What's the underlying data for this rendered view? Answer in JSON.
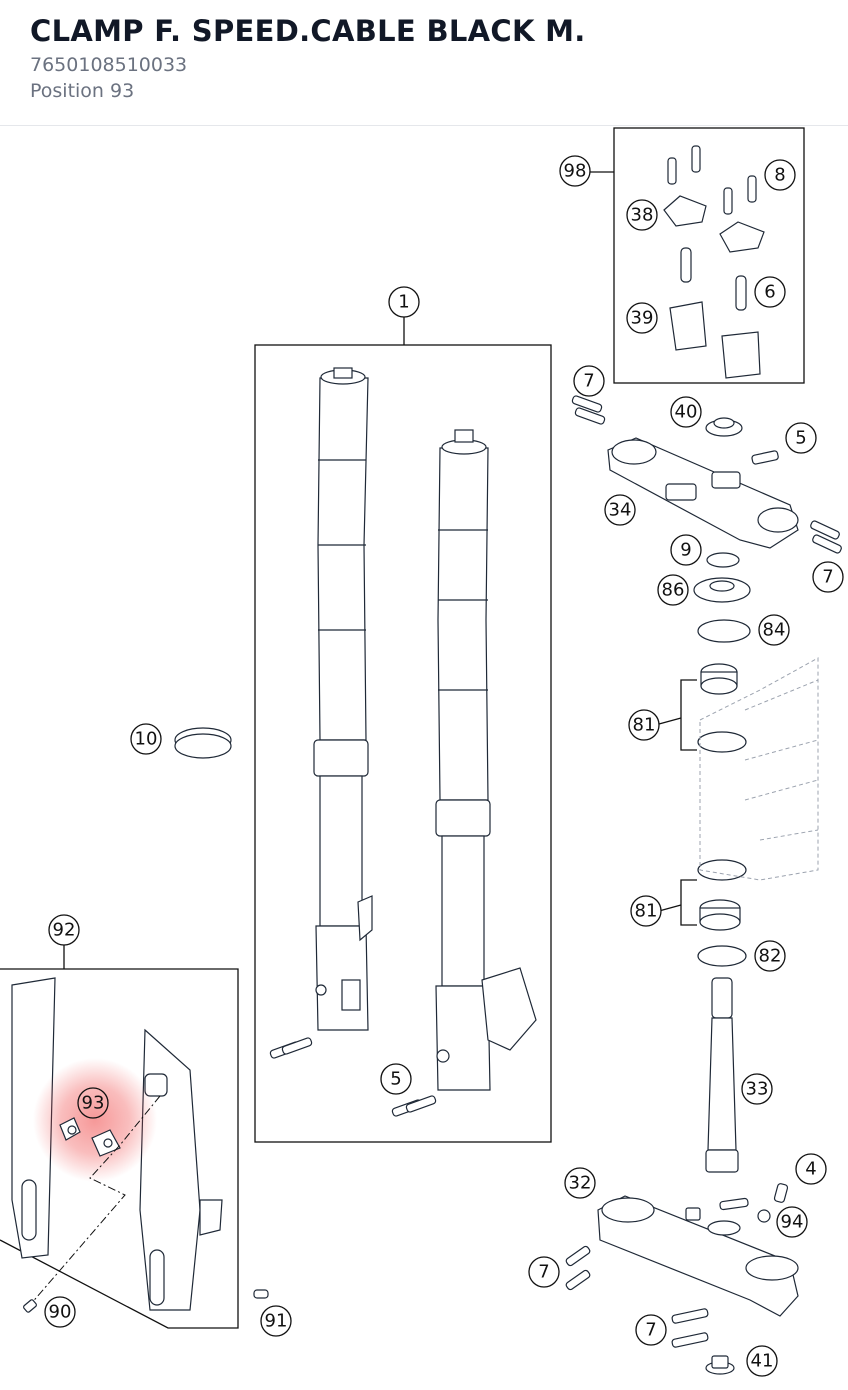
{
  "header": {
    "title": "CLAMP F. SPEED.CABLE BLACK M.",
    "part_number": "7650108510033",
    "position": "Position 93"
  },
  "diagram": {
    "highlight_color": "#ef4444",
    "highlighted_position": "93",
    "callouts": [
      "98",
      "8",
      "38",
      "6",
      "39",
      "1",
      "7",
      "40",
      "5",
      "34",
      "9",
      "7",
      "86",
      "84",
      "81",
      "10",
      "81",
      "82",
      "92",
      "93",
      "5",
      "33",
      "4",
      "32",
      "94",
      "7",
      "90",
      "91",
      "7",
      "41"
    ]
  }
}
